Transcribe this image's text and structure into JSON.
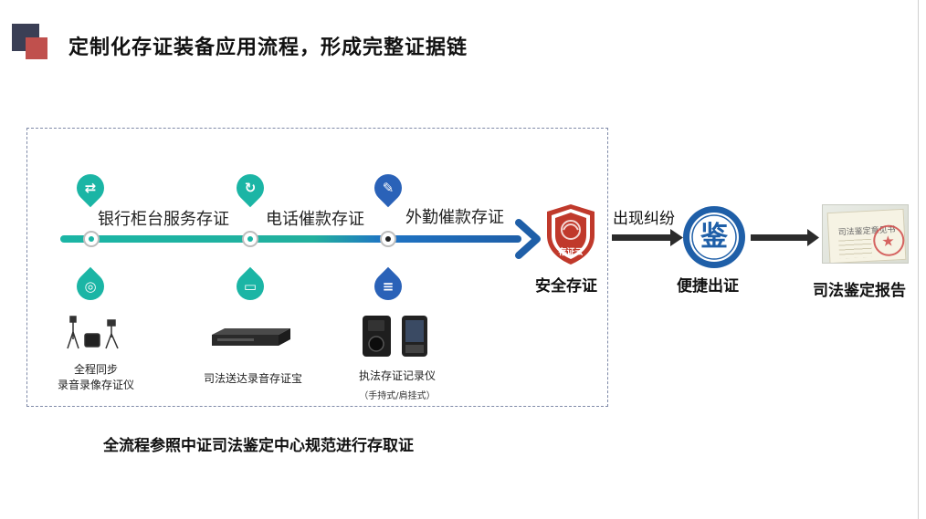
{
  "title": "定制化存证装备应用流程，形成完整证据链",
  "steps": [
    {
      "label": "银行柜台服务存证",
      "icon": "exchange-arrows-icon",
      "color": "#1bb5a5"
    },
    {
      "label": "电话催款存证",
      "icon": "refresh-icon",
      "color": "#1bb5a5"
    },
    {
      "label": "外勤催款存证",
      "icon": "wrench-icon",
      "color": "#2a62b8"
    }
  ],
  "devices": [
    {
      "caption_lines": [
        "全程同步",
        "录音录像存证仪"
      ],
      "icon": "camera-lens-icon"
    },
    {
      "caption_lines": [
        "司法送达录音存证宝"
      ],
      "icon": "fax-icon"
    },
    {
      "caption_lines": [
        "执法存证记录仪"
      ],
      "sub": "（手持式/肩挂式）",
      "icon": "document-icon"
    }
  ],
  "secure": {
    "badge_text": "存证云",
    "label": "安全存证",
    "color": "#c0392b"
  },
  "dispute_label": "出现纠纷",
  "certify": {
    "seal_char": "鉴",
    "label": "便捷出证",
    "color": "#1f5fa8"
  },
  "report": {
    "paper_text": "司法鉴定意见书",
    "label": "司法鉴定报告"
  },
  "footer": "全流程参照中证司法鉴定中心规范进行存取证",
  "colors": {
    "teal": "#1bb5a5",
    "blue": "#1f5fa8",
    "deco_dark": "#3a3f55",
    "deco_red": "#c0504d"
  }
}
